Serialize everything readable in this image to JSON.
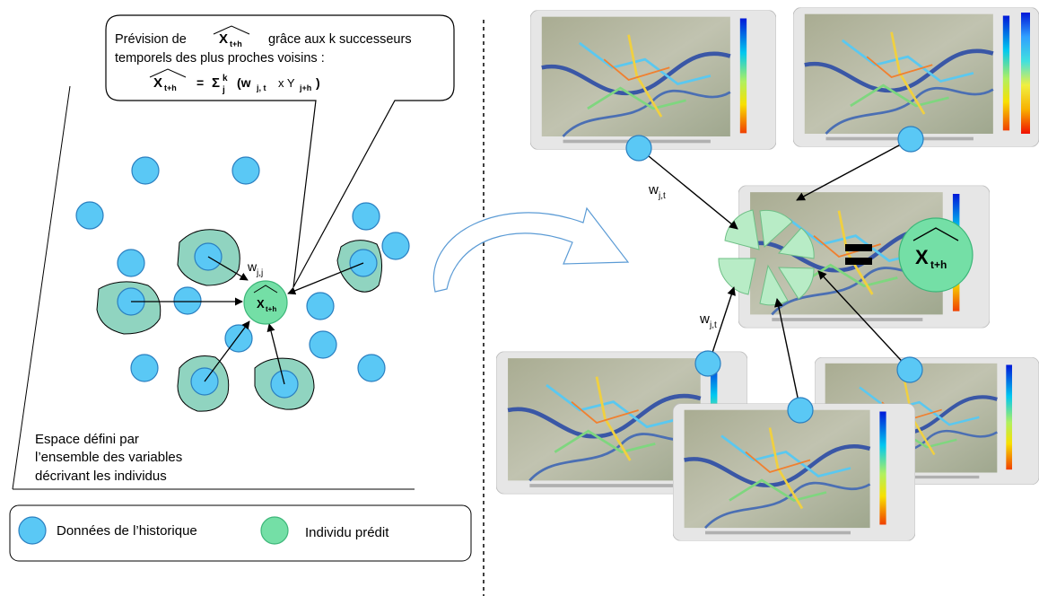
{
  "callout": {
    "line1_a": "Prévision de",
    "line1_b": "grâce aux k successeurs",
    "line2": "temporels des plus proches voisins :",
    "formula_eq": "=",
    "formula_sum": "Σ",
    "formula_sum_sup": "k",
    "formula_sum_sub": "j",
    "formula_open": "(w",
    "formula_w_sub": "j, t",
    "formula_times": "x Y",
    "formula_y_sub": "j+h",
    "formula_close": ")"
  },
  "symbols": {
    "x_letter": "X",
    "x_sub": "t+h",
    "w_letter": "w",
    "w_sub_left": "j,j",
    "w_sub_right": "j,t",
    "equals_sign": "="
  },
  "space": {
    "line1": "Espace défini par",
    "line2": "l’ensemble des variables",
    "line3": "décrivant les individus"
  },
  "legend": {
    "history": "Données de l’historique",
    "predicted": "Individu prédit"
  },
  "colors": {
    "history_fill": "#5ac8f5",
    "history_stroke": "#2a7fc0",
    "predicted_fill": "#74dfa6",
    "predicted_stroke": "#3db679",
    "cluster_fill": "#90d4c0",
    "pie_fill": "#b8ecc6"
  }
}
